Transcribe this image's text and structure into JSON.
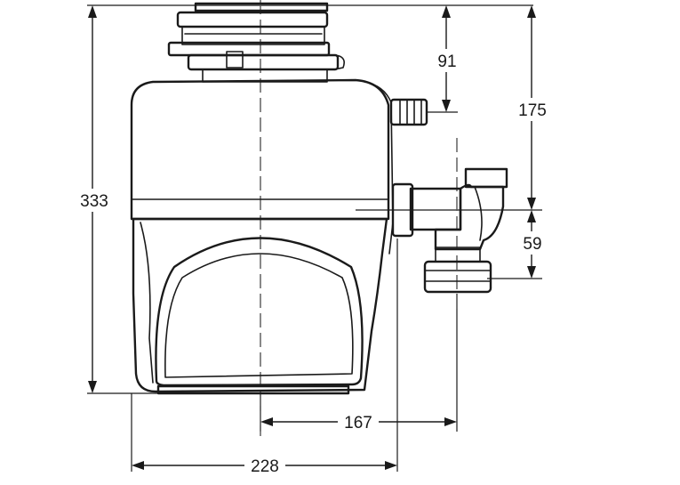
{
  "dimensions": {
    "total_height": "333",
    "inlet_height": "91",
    "outlet_height": "175",
    "outlet_offset": "59",
    "outlet_distance": "167",
    "body_width": "228"
  }
}
